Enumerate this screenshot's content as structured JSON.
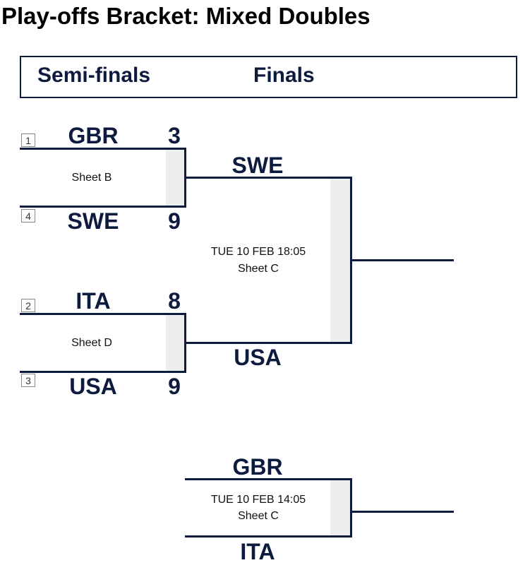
{
  "page": {
    "title": "Play-offs Bracket: Mixed Doubles"
  },
  "columns": {
    "semis": "Semi-finals",
    "finals": "Finals"
  },
  "semifinals": [
    {
      "top": {
        "seed": "1",
        "team": "GBR",
        "score": "3"
      },
      "bottom": {
        "seed": "4",
        "team": "SWE",
        "score": "9"
      },
      "sheet": "Sheet B"
    },
    {
      "top": {
        "seed": "2",
        "team": "ITA",
        "score": "8"
      },
      "bottom": {
        "seed": "3",
        "team": "USA",
        "score": "9"
      },
      "sheet": "Sheet D"
    }
  ],
  "final": {
    "top_team": "SWE",
    "bottom_team": "USA",
    "time": "TUE 10 FEB 18:05",
    "sheet": "Sheet C"
  },
  "bronze": {
    "top_team": "GBR",
    "bottom_team": "ITA",
    "time": "TUE 10 FEB 14:05",
    "sheet": "Sheet C"
  },
  "colors": {
    "line": "#0d1b3e",
    "shade": "#ededed",
    "text": "#0d1b3e"
  }
}
